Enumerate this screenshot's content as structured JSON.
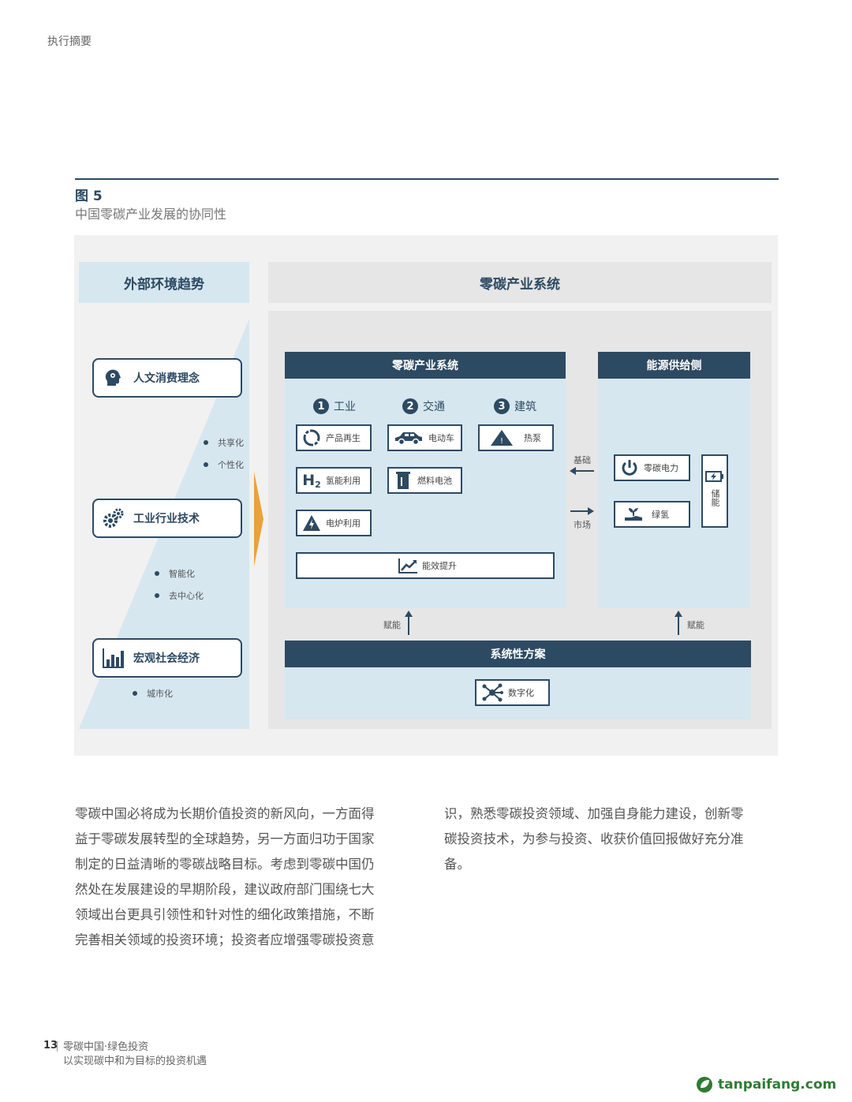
{
  "page_header": "执行摘要",
  "figure": {
    "label": "图 5",
    "title": "中国零碳产业发展的协同性"
  },
  "external": {
    "header": "外部环境趋势",
    "trends": [
      {
        "label": "人文消费理念",
        "icon": "head-gear-icon",
        "bullets": [
          "共享化",
          "个性化"
        ]
      },
      {
        "label": "工业行业技术",
        "icon": "gears-icon",
        "bullets": [
          "智能化",
          "去中心化"
        ]
      },
      {
        "label": "宏观社会经济",
        "icon": "bar-chart-icon",
        "bullets": [
          "城市化"
        ]
      }
    ]
  },
  "system": {
    "header": "零碳产业系统",
    "industry": {
      "header": "零碳产业系统",
      "categories": [
        {
          "num": "1",
          "label": "工业"
        },
        {
          "num": "2",
          "label": "交通"
        },
        {
          "num": "3",
          "label": "建筑"
        }
      ],
      "items": {
        "recycle": "产品再生",
        "hydrogen_use": "氢能利用",
        "furnace": "电炉利用",
        "ev": "电动车",
        "fuel_cell": "燃料电池",
        "heat_pump": "热泵",
        "efficiency": "能效提升"
      },
      "h2_symbol": "H"
    },
    "energy": {
      "header": "能源供给侧",
      "items": {
        "zero_power": "零碳电力",
        "green_h2": "绿氢",
        "storage": "储能"
      }
    },
    "arrows": {
      "base": "基础",
      "market": "市场",
      "enable_left": "赋能",
      "enable_right": "赋能"
    },
    "systemic": {
      "header": "系统性方案",
      "item": "数字化"
    }
  },
  "body": {
    "col1": [
      "零碳中国必将成为长期价值投资的新风向，一方面得",
      "益于零碳发展转型的全球趋势，另一方面归功于国家",
      "制定的日益清晰的零碳战略目标。考虑到零碳中国仍",
      "然处在发展建设的早期阶段，建议政府部门围绕七大",
      "领域出台更具引领性和针对性的细化政策措施，不断",
      "完善相关领域的投资环境；投资者应增强零碳投资意"
    ],
    "col2": [
      "识，熟悉零碳投资领域、加强自身能力建设，创新零",
      "碳投资技术，为参与投资、收获价值回报做好充分准",
      "备。"
    ]
  },
  "footer": {
    "page_number": "13",
    "line1": "零碳中国·绿色投资",
    "line2": "以实现碳中和为目标的投资机遇"
  },
  "watermark": "tanpaifang.com",
  "colors": {
    "navy": "#2d4a63",
    "light_blue": "#d6e7f0",
    "orange": "#e8a33d"
  }
}
